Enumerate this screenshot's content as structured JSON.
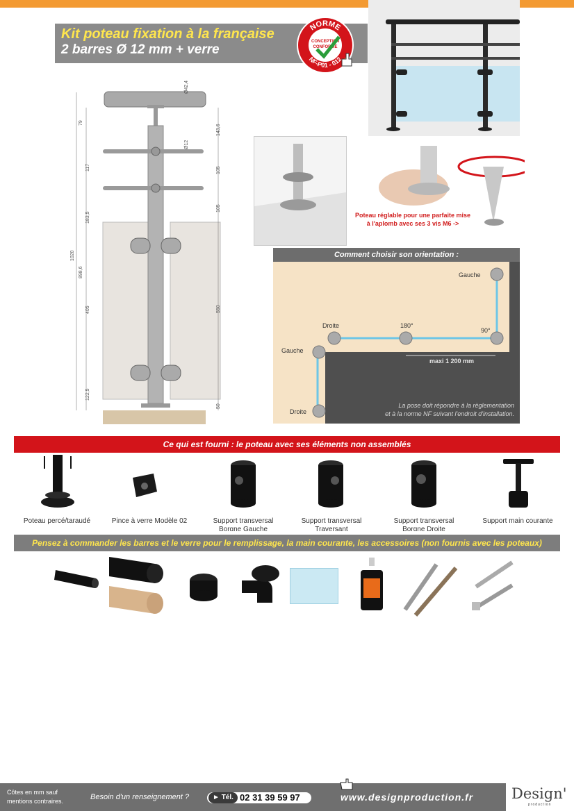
{
  "header": {
    "title_line1": "Kit poteau fixation à la française",
    "title_line2": "2 barres Ø 12 mm + verre"
  },
  "badge": {
    "top": "NORME",
    "middle_line1": "CONCEPTION",
    "middle_line2": "CONFORME",
    "bottom": "NF-P01 - 012",
    "star": "*"
  },
  "drawing": {
    "dims_left": [
      "79",
      "117",
      "183,5",
      "405",
      "122,5",
      "1020",
      "898,6"
    ],
    "dims_right": [
      "143,6",
      "105",
      "105",
      "550",
      "50"
    ],
    "dims_top": [
      "Ø42,4",
      "Ø12"
    ]
  },
  "adjust_caption": "Poteau réglable pour une parfaite mise à l'aplomb avec ses 3 vis M6 ->",
  "orientation": {
    "heading": "Comment choisir son orientation :",
    "labels": {
      "gauche_top": "Gauche",
      "droite_mid": "Droite",
      "deg180": "180°",
      "deg90": "90°",
      "gauche_left": "Gauche",
      "droite_bottom": "Droite",
      "max_distance": "maxi 1 200 mm"
    },
    "note_line1": "La pose doit répondre à la règlementation",
    "note_line2": "et à la norme NF suivant l'endroit d'installation."
  },
  "supplied": {
    "banner": "Ce qui est fourni : le poteau avec ses éléments non assemblés",
    "items": [
      {
        "label": "Poteau percé/taraudé"
      },
      {
        "label": "Pince à verre Modèle 02"
      },
      {
        "label": "Support transversal",
        "label2": "Borgne Gauche"
      },
      {
        "label": "Support transversal",
        "label2": "Traversant"
      },
      {
        "label": "Support transversal",
        "label2": "Borgne Droite"
      },
      {
        "label": "Support main courante"
      }
    ]
  },
  "order_banner": "Pensez à commander les barres et le verre pour le remplissage, la main courante, les accessoires (non fournis avec les poteaux)",
  "footer": {
    "note_line1": "Côtes en mm sauf",
    "note_bold": "mm",
    "note_line2": "mentions contraires.",
    "help": "Besoin d'un renseignement ?",
    "tel_label": "Tél.",
    "phone": "02 31 39 59 97",
    "website": "www.designproduction.fr",
    "logo": "Design'",
    "logo_sub": "production"
  },
  "colors": {
    "accent_orange": "#f39a32",
    "title_yellow": "#ffe64d",
    "banner_red": "#d3141a",
    "banner_grey": "#7d7d7d",
    "glass_blue": "#6ec6e6"
  }
}
